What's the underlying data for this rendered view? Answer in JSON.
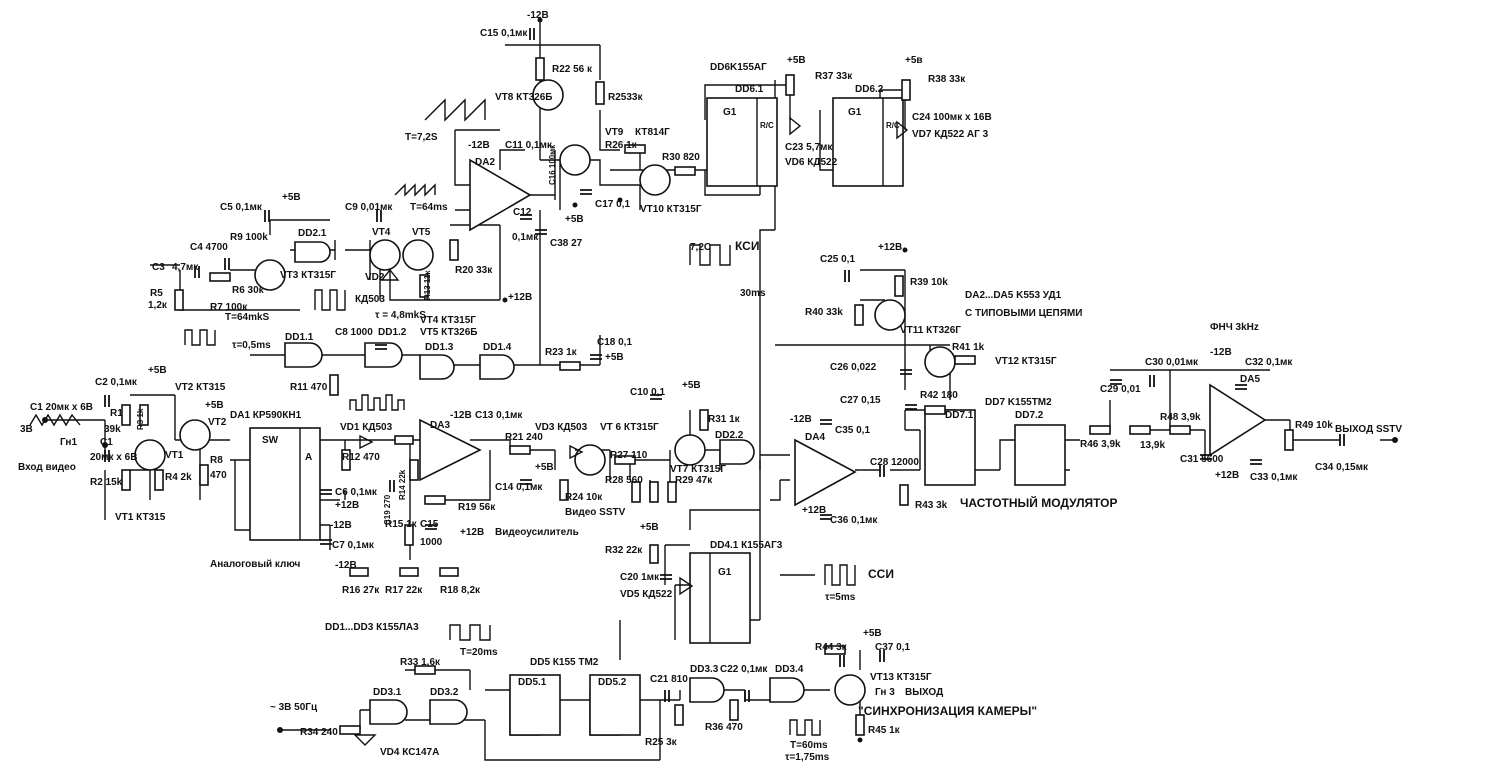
{
  "labels": {
    "c15": "C15 0,1мк",
    "m12_top": "-12В",
    "r22": "R22 56 к",
    "vt8": "VT8 КТ326Б",
    "r25": "R2533к",
    "dd6": "DD6K155АГ",
    "dd61": "DD6.1",
    "dd62": "DD6.2",
    "r37": "R37 33к",
    "r38": "R38 33к",
    "p5_dd6a": "+5В",
    "p5_dd6b": "+5в",
    "c24": "C24 100мк х 16В",
    "vd7": "VD7 КД522 АГ 3",
    "c23": "C23 5,7мк",
    "vd6": "VD6 КД522",
    "g1a": "G1",
    "g1b": "G1",
    "rc1": "R/C",
    "rc2": "R/C",
    "t725": "T=7,2S",
    "m12_da2": "-12В",
    "c11": "C11 0,1мк",
    "da2": "DA2",
    "c16": "C16 100мк",
    "vt9": "VT9",
    "vt9t": "КТ814Г",
    "r26": "R26 1к",
    "r30": "R30 820",
    "p5_vt9": "+5В",
    "c17": "C17 0,1",
    "vt10": "VT10 КТ315Г",
    "c5": "C5 0,1мк",
    "p5_c5": "+5В",
    "c9": "C9 0,01мк",
    "t64": "T=64ms",
    "c12": "C12",
    "c12v": "0,1мк",
    "c38": "C38 27",
    "r9": "R9 100k",
    "dd21": "DD2.1",
    "vt4": "VT4",
    "vt5": "VT5",
    "c4": "C4 4700",
    "c3": "C3",
    "c3v": "4,7мк",
    "r6": "R6 30к",
    "r5": "R5",
    "r5v": "1,2к",
    "r7": "R7 100к",
    "vt3": "VT3 КТ315Г",
    "vd2": "VD2",
    "r13": "R13 11к",
    "r20": "R20 33к",
    "kd503": "КД503",
    "p12_r20": "+12В",
    "t64mks": "T=64mkS",
    "tau48": "τ = 4,8mkS",
    "vt45a": "VT4 КТ315Г",
    "vt45b": "VT5 КТ326Б",
    "t72c": "7,2С",
    "ksi": "КСИ",
    "ms30": "30ms",
    "tau05": "τ=0,5ms",
    "dd11": "DD1.1",
    "c8": "C8 1000",
    "dd12": "DD1.2",
    "dd13": "DD1.3",
    "dd14": "DD1.4",
    "r23": "R23 1к",
    "c18": "C18 0,1",
    "p5_c18": "+5В",
    "r11": "R11 470",
    "c25": "C25 0,1",
    "p12_c25": "+12В",
    "r39": "R39 10k",
    "da_note": "DA2...DA5 K553 УД1",
    "da_note2": "С ТИПОВЫМИ ЦЕПЯМИ",
    "r40": "R40 33k",
    "vt11": "VT11 КТ326Г",
    "c26": "C26 0,022",
    "r41": "R41 1k",
    "vt12": "VT12 КТ315Г",
    "fnch": "ФНЧ 3kHz",
    "m12_da5": "-12В",
    "c30": "C30 0,01мк",
    "c32": "C32 0,1мк",
    "c29": "C29 0,01",
    "da5": "DA5",
    "r48": "R48 3,9k",
    "r49": "R49 10k",
    "vyhod_sstv": "ВЫХОД SSTV",
    "c34": "C34 0,15мк",
    "c31": "C31 5600",
    "r46": "R46 3,9k",
    "r47": "13,9k",
    "p12_c33": "+12В",
    "c33": "C33 0,1мк",
    "r42": "R42 180",
    "c27": "C27 0,15",
    "dd71": "DD7.1",
    "dd72": "DD7.2",
    "dd7": "DD7 K155TM2",
    "c28": "C28 12000",
    "r43": "R43 3k",
    "freqmod": "ЧАСТОТНЫЙ   МОДУЛЯТОР",
    "da4": "DA4",
    "m12_da4": "-12В",
    "c35": "C35 0,1",
    "c36": "C36 0,1мк",
    "p12_da4": "+12В",
    "c1": "C1 20мк х 6В",
    "v3b": "3В",
    "gn1": "Гн1",
    "c1b": "C1",
    "c1bv": "20мк х 6В",
    "vhod_video": "Вход видео",
    "p5_vt1": "+5В",
    "p5_vt2": "+5В",
    "c2": "C2 0,1мк",
    "vt2": "VT2 КТ315",
    "vt2b": "VT2",
    "r1": "R1",
    "r1v": "39k",
    "r3": "R3 1k",
    "vt1b": "VT1",
    "r2": "R2 15k",
    "r4": "R4 2k",
    "r8": "R8",
    "r8v": "470",
    "vt1": "VT1 КТ315",
    "da1": "DA1 КР590КН1",
    "sw": "SW",
    "da1a": "A",
    "analog_key": "Аналоговый ключ",
    "vd1": "VD1 КД503",
    "r12": "R12 470",
    "da3": "DA3",
    "m12_da3": "-12В",
    "c13": "C13 0,1мк",
    "r14": "R14 22k",
    "c19": "C19 270",
    "r21": "R21 240",
    "c6": "C6 0,1мк",
    "p12_da1": "+12В",
    "r15": "R15 1к",
    "c15b": "C15",
    "c15bv": "1000",
    "r19": "R19 56к",
    "c14": "C14 0,1мк",
    "p12_da3": "+12В",
    "videousil": "Видеоусилитель",
    "p5_r24": "+5В",
    "r24": "R24 10к",
    "video_sstv": "Видео SSTV",
    "m12_c7": "-12В",
    "c7": "C7 0,1мк",
    "m12_r16": "-12В",
    "r16": "R16 27к",
    "r17": "R17 22к",
    "r18": "R18 8,2к",
    "vd3": "VD3 КД503",
    "vt6": "VT 6 КТ315Г",
    "vt7": "VT7 КТ315Г",
    "r27": "R27 110",
    "r28": "R28 560",
    "r29": "R29 47к",
    "c10": "C10 0,1",
    "p5_c10": "+5В",
    "r31": "R31 1к",
    "dd22": "DD2.2",
    "p5_r32": "+5В",
    "r32": "R32 22к",
    "dd41": "DD4.1 К155АГ3",
    "g1c": "G1",
    "c20": "C20 1мк",
    "vd5": "VD5 КД522",
    "ssi": "ССИ",
    "tau5": "τ=5ms",
    "dd_note": "DD1...DD3 К155ЛА3",
    "t20": "T=20ms",
    "r33": "R33 1,6к",
    "dd5": "DD5 К155 ТМ2",
    "dd51": "DD5.1",
    "dd52": "DD5.2",
    "c21": "C21 810",
    "dd33": "DD3.3",
    "c22": "C22 0,1мк",
    "dd34": "DD3.4",
    "r44": "R44 3к",
    "p5_c37": "+5В",
    "c37": "C37 0,1",
    "vt13": "VT13 КТ315Г",
    "gn3": "Гн 3",
    "vyhod": "ВЫХОД",
    "sync_cam": "\"СИНХРОНИЗАЦИЯ КАМЕРЫ\"",
    "r45": "R45 1к",
    "r25b": "R25 3к",
    "r36": "R36 470",
    "t60": "T=60ms",
    "tau175": "τ=1,75ms",
    "ac3v": "~ 3В 50Гц",
    "dd31": "DD3.1",
    "dd32": "DD3.2",
    "r34": "R34 240",
    "vd4": "VD4 КС147А"
  }
}
